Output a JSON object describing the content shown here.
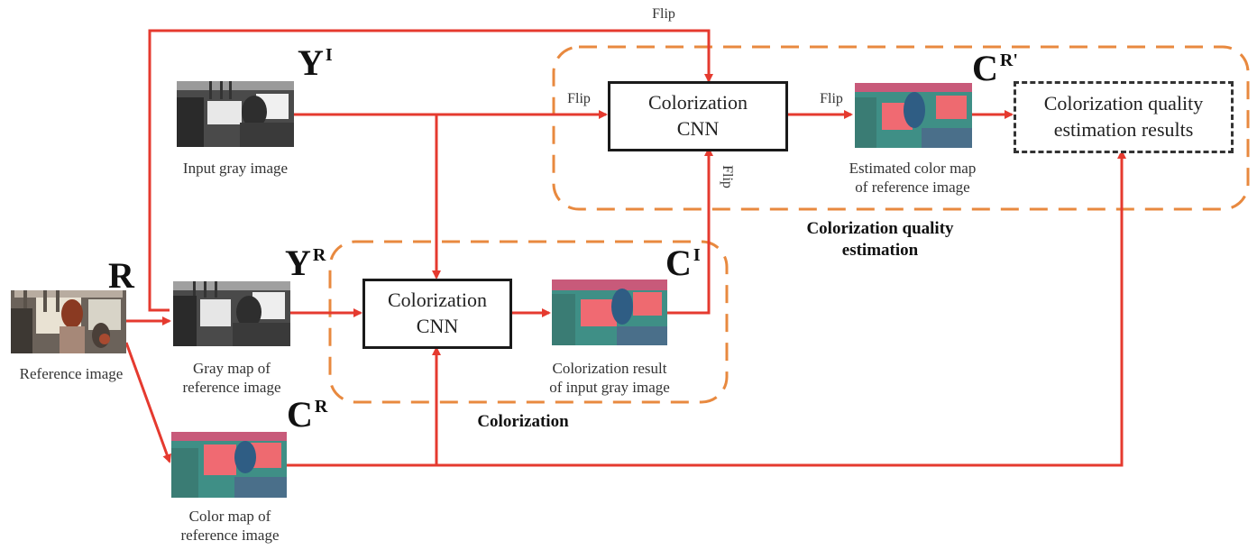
{
  "colors": {
    "arrow": "#e53a2f",
    "group_border": "#e8893f",
    "box_border": "#1a1a1a",
    "result_box_border": "#333333"
  },
  "symbols": {
    "R": {
      "base": "R",
      "sup": ""
    },
    "YI": {
      "base": "Y",
      "sup": "I"
    },
    "YR": {
      "base": "Y",
      "sup": "R"
    },
    "CI": {
      "base": "C",
      "sup": "I"
    },
    "CR": {
      "base": "C",
      "sup": "R"
    },
    "CRprime": {
      "base": "C",
      "sup": "R'"
    }
  },
  "images": {
    "reference": {
      "caption": [
        "Reference image"
      ],
      "kind": "color-photo"
    },
    "input_gray": {
      "caption": [
        "Input gray image"
      ],
      "kind": "grayscale"
    },
    "gray_map_ref": {
      "caption": [
        "Gray map of",
        "reference image"
      ],
      "kind": "grayscale"
    },
    "color_map_ref": {
      "caption": [
        "Color map of",
        "reference image"
      ],
      "kind": "color-map"
    },
    "colorization_result": {
      "caption": [
        "Colorization result",
        "of input gray image"
      ],
      "kind": "color-map"
    },
    "estimated_color_map": {
      "caption": [
        "Estimated color map",
        "of reference image"
      ],
      "kind": "color-map"
    }
  },
  "boxes": {
    "cnn_bottom": {
      "line1": "Colorization",
      "line2": "CNN"
    },
    "cnn_top": {
      "line1": "Colorization",
      "line2": "CNN"
    },
    "results": {
      "line1": "Colorization quality",
      "line2": "estimation results"
    }
  },
  "flip_labels": {
    "top": "Flip",
    "left_of_cnn": "Flip",
    "right_of_cnn": "Flip",
    "below_cnn": "Flip"
  },
  "groups": {
    "colorization": {
      "title": "Colorization"
    },
    "quality_estimation": {
      "title_line1": "Colorization quality",
      "title_line2": "estimation"
    }
  }
}
